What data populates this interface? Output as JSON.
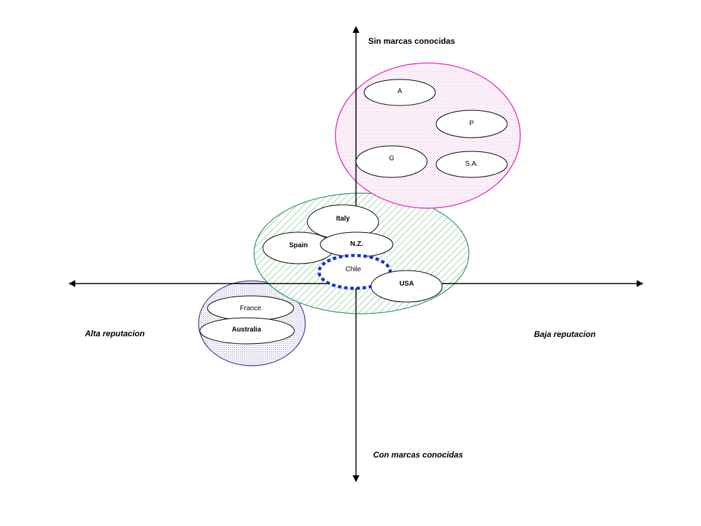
{
  "axes": {
    "top": "Sin marcas conocidas",
    "bottom": "Con marcas conocidas",
    "left": "Alta reputacion",
    "right": "Baja reputacion"
  },
  "groups": {
    "pink": {
      "color": "#e040c0",
      "items": {
        "a": "A",
        "p": "P",
        "g": "G",
        "sa": "S.A."
      }
    },
    "green": {
      "color": "#2e9060",
      "items": {
        "italy": "Italy",
        "spain": "Spain",
        "nz": "N.Z.",
        "chile": "Chile",
        "usa": "USA"
      }
    },
    "blue": {
      "color": "#404090",
      "items": {
        "france": "France",
        "australia": "Australia"
      }
    }
  },
  "chile_ring_color": "#1c2fd0"
}
